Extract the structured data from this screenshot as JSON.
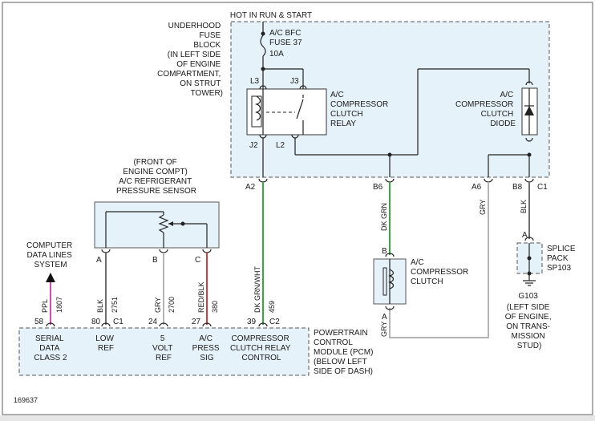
{
  "hot_label": "HOT IN RUN & START",
  "fuse_block": [
    "UNDERHOOD",
    "FUSE",
    "BLOCK",
    "(IN LEFT SIDE",
    "OF ENGINE",
    "COMPARTMENT,",
    "ON STRUT",
    "TOWER)"
  ],
  "fuse": [
    "A/C BFC",
    "FUSE 37",
    "10A"
  ],
  "relay": {
    "name": [
      "A/C",
      "COMPRESSOR",
      "CLUTCH",
      "RELAY"
    ],
    "pins": {
      "L3": "L3",
      "J3": "J3",
      "J2": "J2",
      "L2": "L2"
    }
  },
  "diode": [
    "A/C",
    "COMPRESSOR",
    "CLUTCH",
    "DIODE"
  ],
  "block_connectors": {
    "A2": "A2",
    "B6": "B6",
    "A6": "A6",
    "B8": "B8",
    "C1": "C1"
  },
  "sensor": {
    "title": [
      "(FRONT OF",
      "ENGINE COMPT)",
      "A/C REFRIGERANT",
      "PRESSURE SENSOR"
    ],
    "pins": [
      "A",
      "B",
      "C"
    ]
  },
  "computer_lines": [
    "COMPUTER",
    "DATA LINES",
    "SYSTEM"
  ],
  "wires": {
    "ppl": {
      "color": "PPL",
      "circuit": "1807",
      "hex": "#d94bb4"
    },
    "blk_sensor": {
      "color": "BLK",
      "circuit": "2751",
      "hex": "#6e6e6e"
    },
    "gry_sensor": {
      "color": "GRY",
      "circuit": "2700",
      "hex": "#b4b4b4"
    },
    "red_blk": {
      "color": "RED/BLK",
      "circuit": "380",
      "hex": "#d23c3c"
    },
    "dk_grn_wht": {
      "color": "DK GRN/WHT",
      "circuit": "459",
      "hex": "#3aa83a"
    },
    "dk_grn": {
      "color": "DK GRN",
      "hex": "#3aa83a"
    },
    "gry_diode": {
      "color": "GRY",
      "hex": "#b4b4b4"
    },
    "blk_ground": {
      "color": "BLK",
      "hex": "#6e6e6e"
    }
  },
  "pcm_pins": [
    {
      "num": "58",
      "label": [
        "SERIAL",
        "DATA",
        "CLASS 2"
      ]
    },
    {
      "num": "80",
      "conn": "C1",
      "label": [
        "LOW",
        "REF"
      ]
    },
    {
      "num": "24",
      "label": [
        "5",
        "VOLT",
        "REF"
      ]
    },
    {
      "num": "27",
      "label": [
        "A/C",
        "PRESS",
        "SIG"
      ]
    },
    {
      "num": "39",
      "conn": "C2",
      "label": [
        "COMPRESSOR",
        "CLUTCH RELAY",
        "CONTROL"
      ]
    }
  ],
  "pcm_name": [
    "POWERTRAIN",
    "CONTROL",
    "MODULE (PCM)",
    "(BELOW LEFT",
    "SIDE OF DASH)"
  ],
  "clutch": {
    "name": [
      "A/C",
      "COMPRESSOR",
      "CLUTCH"
    ],
    "pin_b": "B",
    "pin_a": "A",
    "gry": "GRY"
  },
  "splice": {
    "pin_a": "A",
    "name": [
      "SPLICE",
      "PACK",
      "SP103"
    ]
  },
  "ground": {
    "name": "G103",
    "location": [
      "(LEFT SIDE",
      "OF ENGINE,",
      "ON TRANS-",
      "MISSION",
      "STUD)"
    ]
  },
  "figure_number": "169637"
}
